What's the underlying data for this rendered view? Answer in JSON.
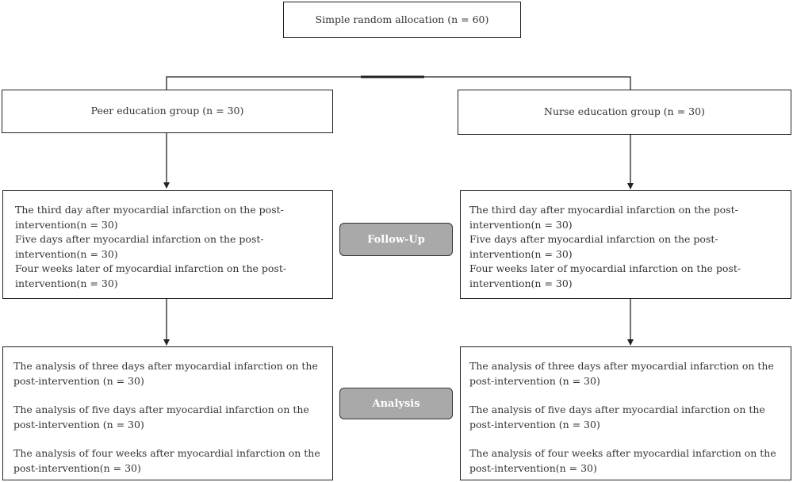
{
  "allocation": {
    "label": "Simple random allocation (n = 60)"
  },
  "groups": {
    "peer": {
      "label": "Peer education group (n = 30)"
    },
    "nurse": {
      "label": "Nurse education group (n = 30)"
    }
  },
  "stages": {
    "follow_up": "Follow-Up",
    "analysis": "Analysis"
  },
  "follow_up": {
    "peer": [
      "The third day after myocardial infarction on the post-",
      "intervention(n = 30)",
      "Five days after myocardial infarction on the post-",
      "intervention(n = 30)",
      "Four weeks later of myocardial infarction on the post-",
      "intervention(n = 30)"
    ],
    "nurse": [
      "The third day after myocardial infarction on the post-",
      "intervention(n = 30)",
      "Five days after myocardial infarction on the post-",
      "intervention(n = 30)",
      "Four weeks later of myocardial infarction on the post-",
      "intervention(n = 30)"
    ]
  },
  "analysis": {
    "peer": [
      "The analysis of three days after myocardial infarction on the post-intervention (n = 30)",
      "The analysis of five days after myocardial infarction on the post-intervention (n = 30)",
      "The analysis of four weeks after myocardial infarction on the post-intervention(n = 30)"
    ],
    "nurse": [
      "The analysis of three days after myocardial infarction on the post-intervention (n = 30)",
      "The analysis of five days after myocardial infarction on the post-intervention (n = 30)",
      "The analysis of four weeks after myocardial infarction on the post-intervention(n = 30)"
    ]
  }
}
